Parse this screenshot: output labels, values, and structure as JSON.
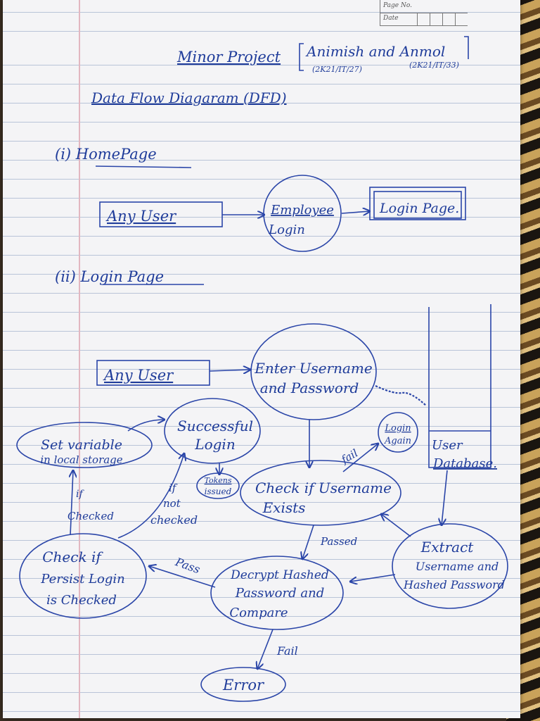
{
  "header": {
    "page_no_label": "Page No.",
    "date_label": "Date",
    "title": "Minor Project",
    "authors": "Animish and Anmol",
    "author1_id": "(2K21/IT/27)",
    "author2_id": "(2K21/IT/33)",
    "heading": "Data Flow Diagaram (DFD)"
  },
  "section1": {
    "label": "(i) HomePage",
    "any_user": "Any User",
    "employee_login_line1": "Employee",
    "employee_login_line2": "Login",
    "login_page": "Login Page."
  },
  "section2": {
    "label": "(ii) Login Page",
    "any_user": "Any User",
    "enter_line1": "Enter Username",
    "enter_line2": "and Password",
    "user_db_line1": "User",
    "user_db_line2": "Database.",
    "successful_line1": "Successful",
    "successful_line2": "Login",
    "set_var_line1": "Set variable",
    "set_var_line2": "in local storage",
    "tokens_line1": "Tokens",
    "tokens_line2": "issued",
    "login_again_line1": "Login",
    "login_again_line2": "Again",
    "fail_top": "fail",
    "check_user_line1": "Check if Username",
    "check_user_line2": "Exists",
    "if_checked_line1": "if",
    "if_checked_line2": "Checked",
    "if_not_line1": "if",
    "if_not_line2": "not",
    "if_not_line3": "checked",
    "passed": "Passed",
    "extract_line1": "Extract",
    "extract_line2": "Username and",
    "extract_line3": "Hashed Password",
    "persist_line1": "Check if",
    "persist_line2": "Persist Login",
    "persist_line3": "is Checked",
    "pass": "Pass",
    "decrypt_line1": "Decrypt Hashed",
    "decrypt_line2": "Password and",
    "decrypt_line3": "Compare",
    "fail_bottom": "Fail",
    "error": "Error"
  },
  "colors": {
    "ink": "#1f3c9a",
    "paper": "#f4f4f6",
    "rule": "#b9c4d8",
    "margin": "#e2b7c0"
  }
}
